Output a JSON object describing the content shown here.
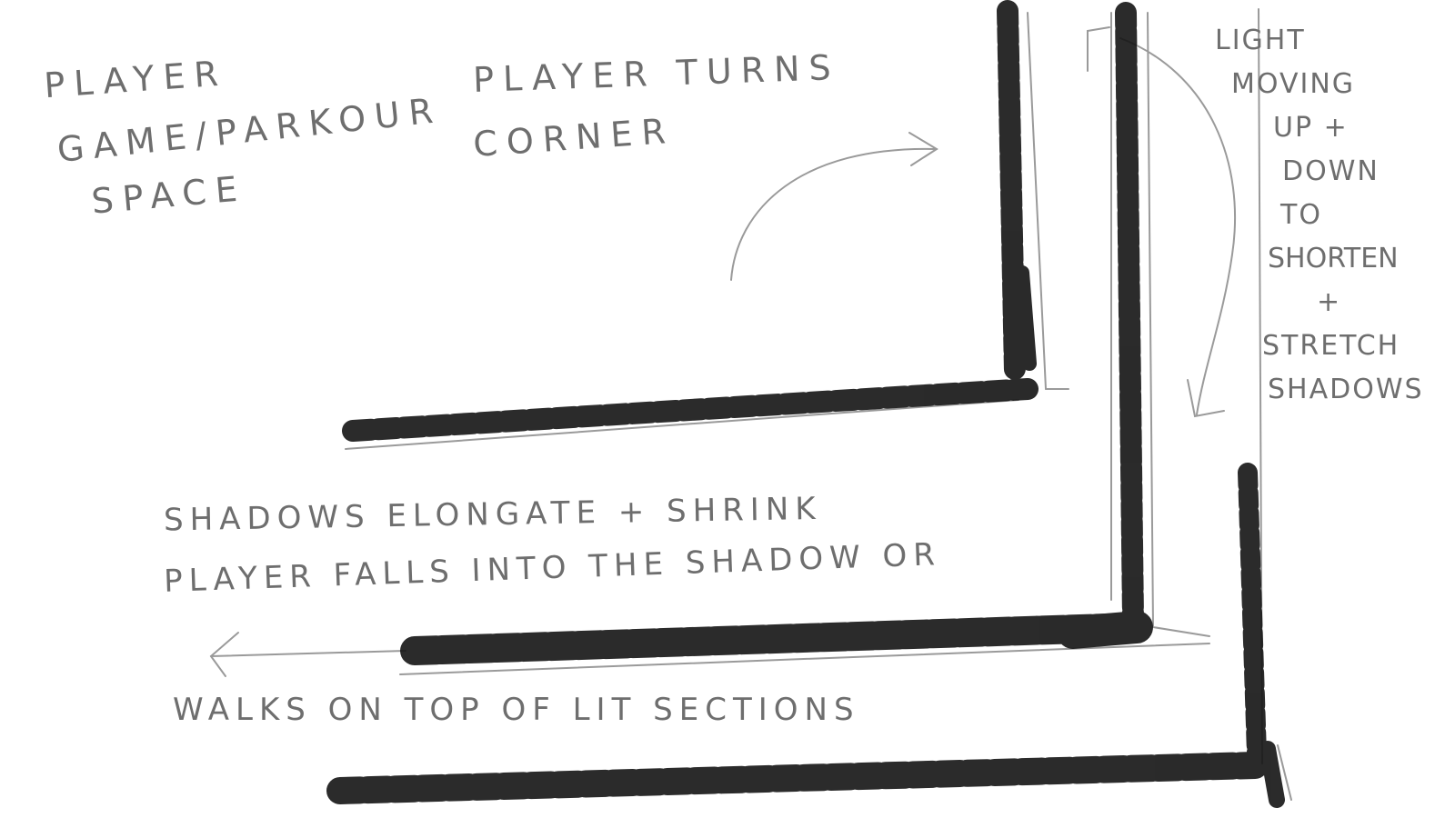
{
  "notes": {
    "space": [
      "PLAYER",
      "GAME/PARKOUR",
      "SPACE"
    ],
    "corner": [
      "PLAYER TURNS",
      "CORNER"
    ],
    "light": [
      "LIGHT",
      "MOVING",
      "UP +",
      "DOWN",
      "TO",
      "SHORTEN",
      "+",
      "STRETCH",
      "SHADOWS"
    ],
    "shadows": [
      "SHADOWS ELONGATE + SHRINK",
      "PLAYER FALLS INTO THE SHADOW OR"
    ],
    "walks": "WALKS ON TOP OF LIT SECTIONS"
  },
  "colors": {
    "ink": "#6e6e6e",
    "pencil": "#9a9a9a",
    "shadow": "#141414"
  }
}
